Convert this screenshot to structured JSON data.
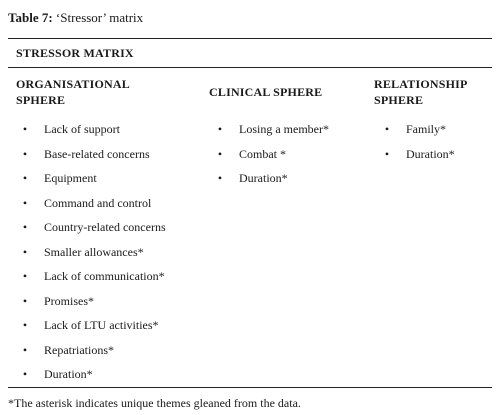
{
  "caption": {
    "label": "Table 7:",
    "text": " ‘Stressor’ matrix"
  },
  "table": {
    "title": "STRESSOR MATRIX",
    "columns": [
      {
        "heading_line1": "ORGANISATIONAL",
        "heading_line2": "SPHERE",
        "items": [
          "Lack of support",
          "Base-related concerns",
          "Equipment",
          "Command and control",
          "Country-related concerns",
          "Smaller allowances*",
          "Lack of communication*",
          "Promises*",
          "Lack of LTU activities*",
          "Repatriations*",
          "Duration*"
        ]
      },
      {
        "heading_line1": "CLINICAL SPHERE",
        "items": [
          "Losing a member*",
          "Combat *",
          "Duration*"
        ]
      },
      {
        "heading_line1": "RELATIONSHIP",
        "heading_line2": "SPHERE",
        "items": [
          "Family*",
          "Duration*"
        ]
      }
    ],
    "bullet": "•"
  },
  "footnote": "*The asterisk indicates unique themes gleaned from the data."
}
